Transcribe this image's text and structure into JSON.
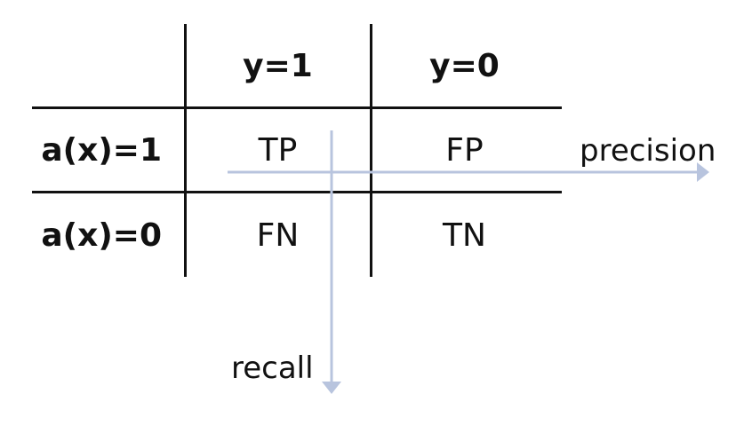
{
  "columns": [
    "y=1",
    "y=0"
  ],
  "rows": [
    {
      "label": "a(x)=1",
      "cells": [
        "TP",
        "FP"
      ]
    },
    {
      "label": "a(x)=0",
      "cells": [
        "FN",
        "TN"
      ]
    }
  ],
  "arrows": {
    "precision": "precision",
    "recall": "recall"
  },
  "colors": {
    "arrow": "#b8c4de",
    "lines": "#111111"
  }
}
